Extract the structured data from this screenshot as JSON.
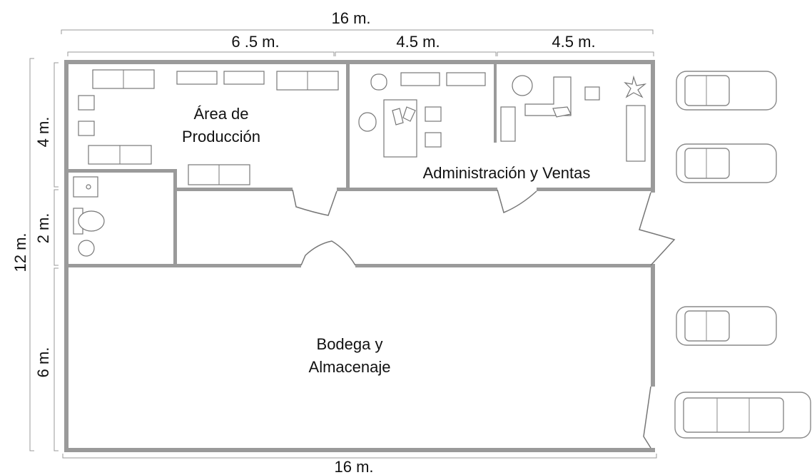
{
  "dimensions": {
    "top_total": "16 m.",
    "top_production": "6 .5 m.",
    "top_admin": "4.5 m.",
    "top_sales": "4.5 m.",
    "bottom_total": "16 m.",
    "left_total": "12 m.",
    "left_upper": "4 m.",
    "left_middle": "2 m.",
    "left_lower": "6 m."
  },
  "rooms": {
    "production_line1": "Área de",
    "production_line2": "Producción",
    "admin_sales": "Administración y Ventas",
    "warehouse_line1": "Bodega y",
    "warehouse_line2": "Almacenaje"
  },
  "colors": {
    "wall": "#9a9a9a",
    "furniture_stroke": "#777777",
    "car_stroke": "#8a8a8a"
  }
}
